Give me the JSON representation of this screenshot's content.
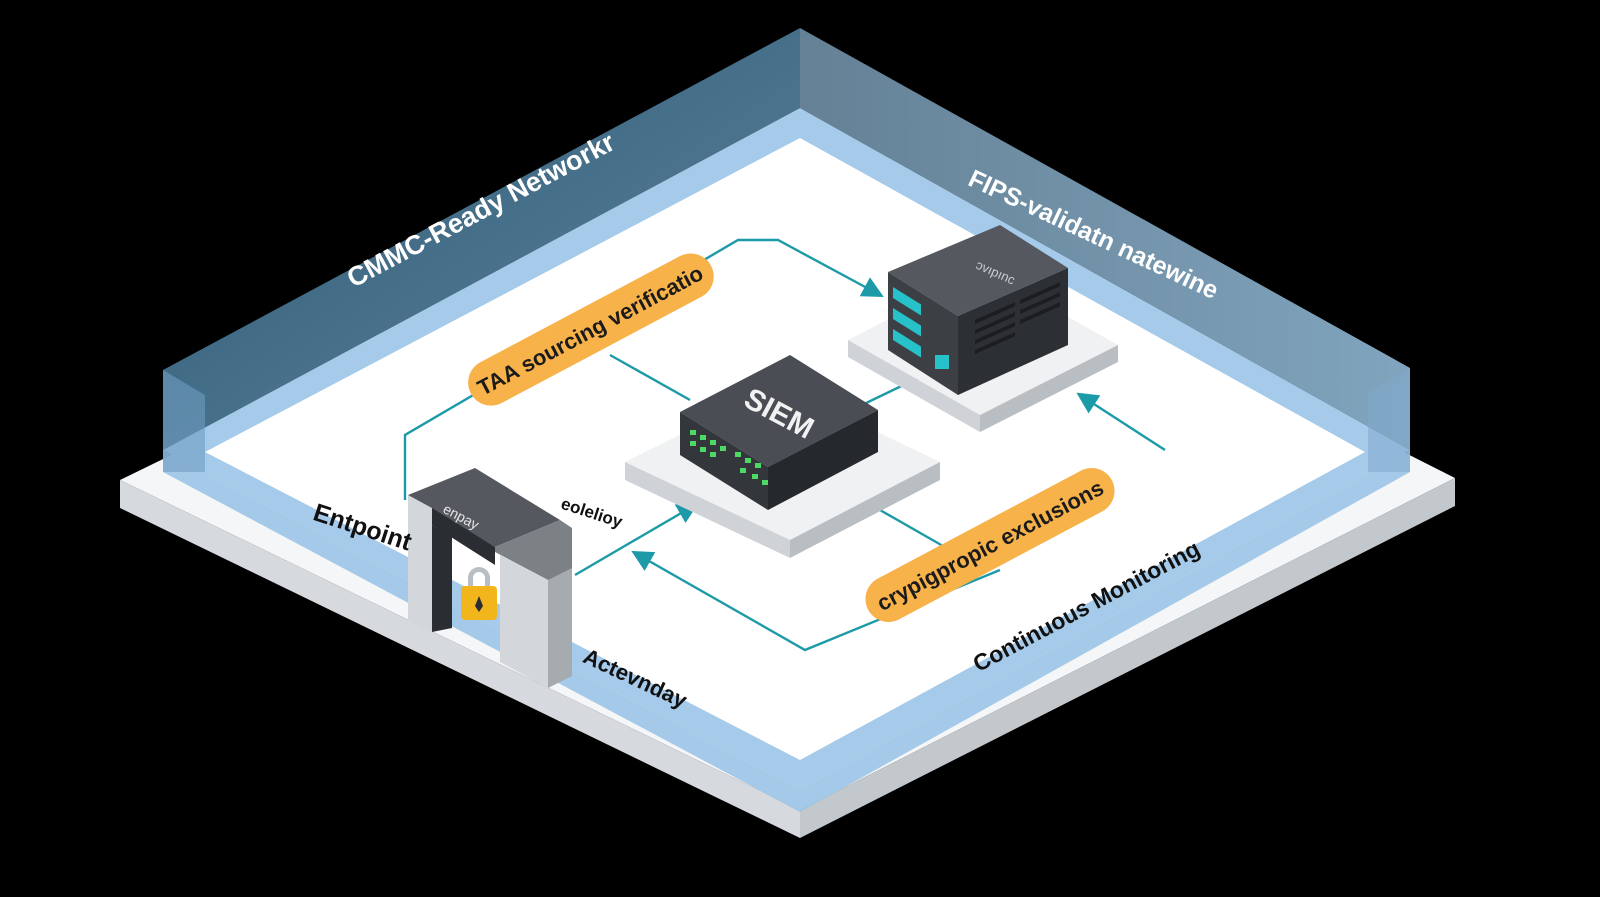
{
  "diagram": {
    "zone_title": "CMMC-Ready Networkr",
    "gateway_label": "FIPS-validatn natewine",
    "gateway_device_label": "ɔvıpınc",
    "siem_label": "SIEM",
    "pill_taa": "TAA sourcing verificatio",
    "pill_crypto": "crypigpropic exclusions",
    "endpoint_label": "Entpoint",
    "gate_device_label": "enpay",
    "policy_label": "eolelioy",
    "active_dir_label": "Actevnday",
    "monitoring_label": "Continuous Monitoring"
  },
  "colors": {
    "background": "#000000",
    "platform": "#f4f6f7",
    "glass": "#7fb3dc",
    "device_dark": "#3c3f44",
    "teal_line": "#1d9aa8",
    "pill_orange": "#f7b24a",
    "led_green": "#4cd964",
    "led_teal": "#27c2c9",
    "lock_gold": "#f2b51c"
  },
  "icons": [
    "lock-icon",
    "arrow-icon"
  ]
}
